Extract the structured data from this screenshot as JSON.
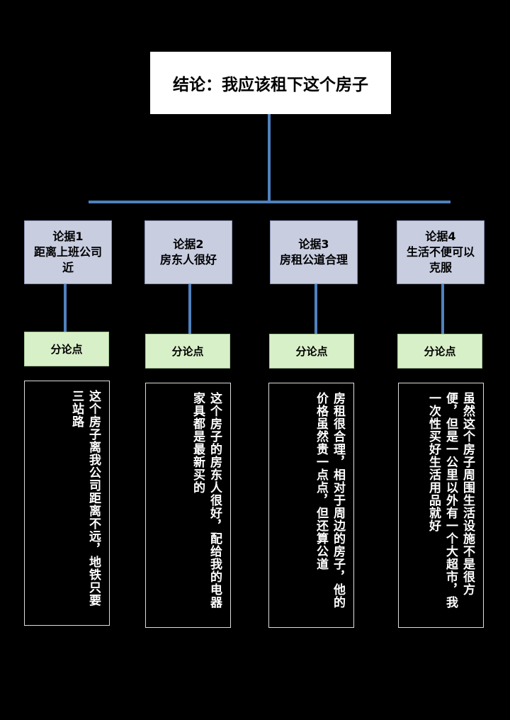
{
  "conclusion": "结论：我应该租下这个房子",
  "arguments": [
    {
      "label": "论据1",
      "title": "距离上班公司近",
      "sub": "分论点",
      "detail": "这个房子离我公司距离不远，地铁只要三站路"
    },
    {
      "label": "论据2",
      "title": "房东人很好",
      "sub": "分论点",
      "detail": "这个房子的房东人很好，配给我的电器家具都是最新买的"
    },
    {
      "label": "论据3",
      "title": "房租公道合理",
      "sub": "分论点",
      "detail": "房租很合理，相对于周边的房子，他的价格虽然贵一点点，但还算公道"
    },
    {
      "label": "论据4",
      "title": "生活不便可以克服",
      "sub": "分论点",
      "detail": "虽然这个房子周围生活设施不是很方便，但是一公里以外有一个大超市，我一次性买好生活用品就好"
    }
  ],
  "colors": {
    "connector": "#4f81bd",
    "argument_fill": "#c8cde0",
    "subpoint_fill": "#d8f0c8"
  }
}
